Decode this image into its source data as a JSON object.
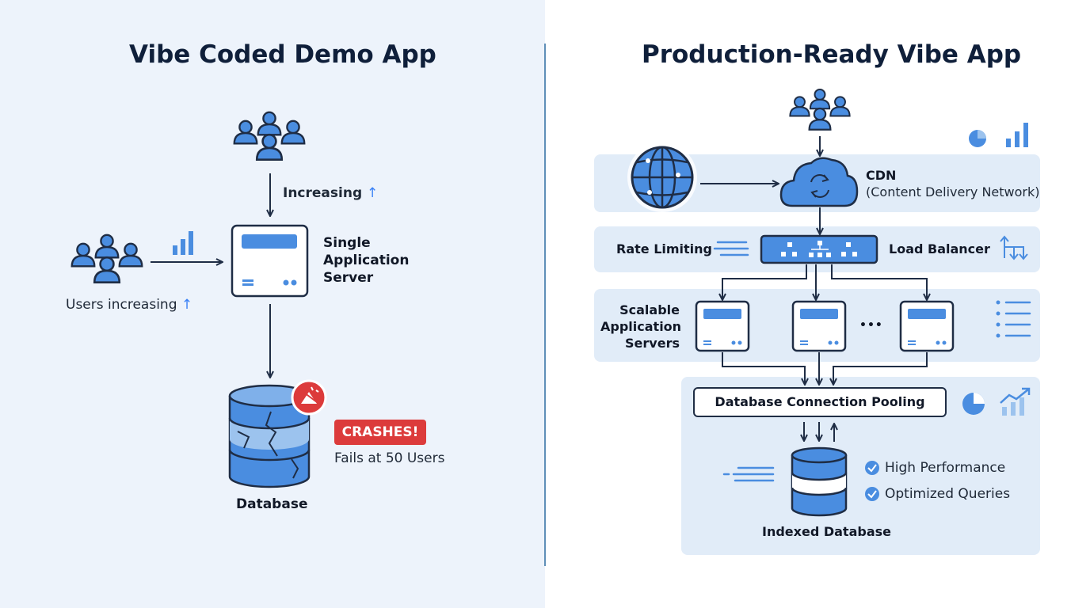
{
  "left": {
    "title": "Vibe Coded Demo App",
    "increasing_label": "Increasing",
    "users_increasing_label": "Users increasing",
    "up_arrow": "↑",
    "server_label_lines": [
      "Single",
      "Application",
      "Server"
    ],
    "crash_badge": "CRASHES!",
    "fail_note": "Fails at 50 Users",
    "database_label": "Database"
  },
  "right": {
    "title": "Production-Ready Vibe App",
    "cdn_label": "CDN",
    "cdn_sub": "(Content Delivery Network)",
    "rate_limiting": "Rate Limiting",
    "load_balancer": "Load Balancer",
    "servers_label_lines": [
      "Scalable",
      "Application",
      "Servers"
    ],
    "ellipsis": "•••",
    "pooling": "Database Connection Pooling",
    "checks": [
      "High Performance",
      "Optimized Queries"
    ],
    "db_label": "Indexed Database"
  },
  "colors": {
    "accent": "#3b82f6",
    "icon_fill": "#4a8de0",
    "dark": "#1f2d45",
    "danger": "#dc3b3b",
    "panel": "#e1ecf8"
  }
}
